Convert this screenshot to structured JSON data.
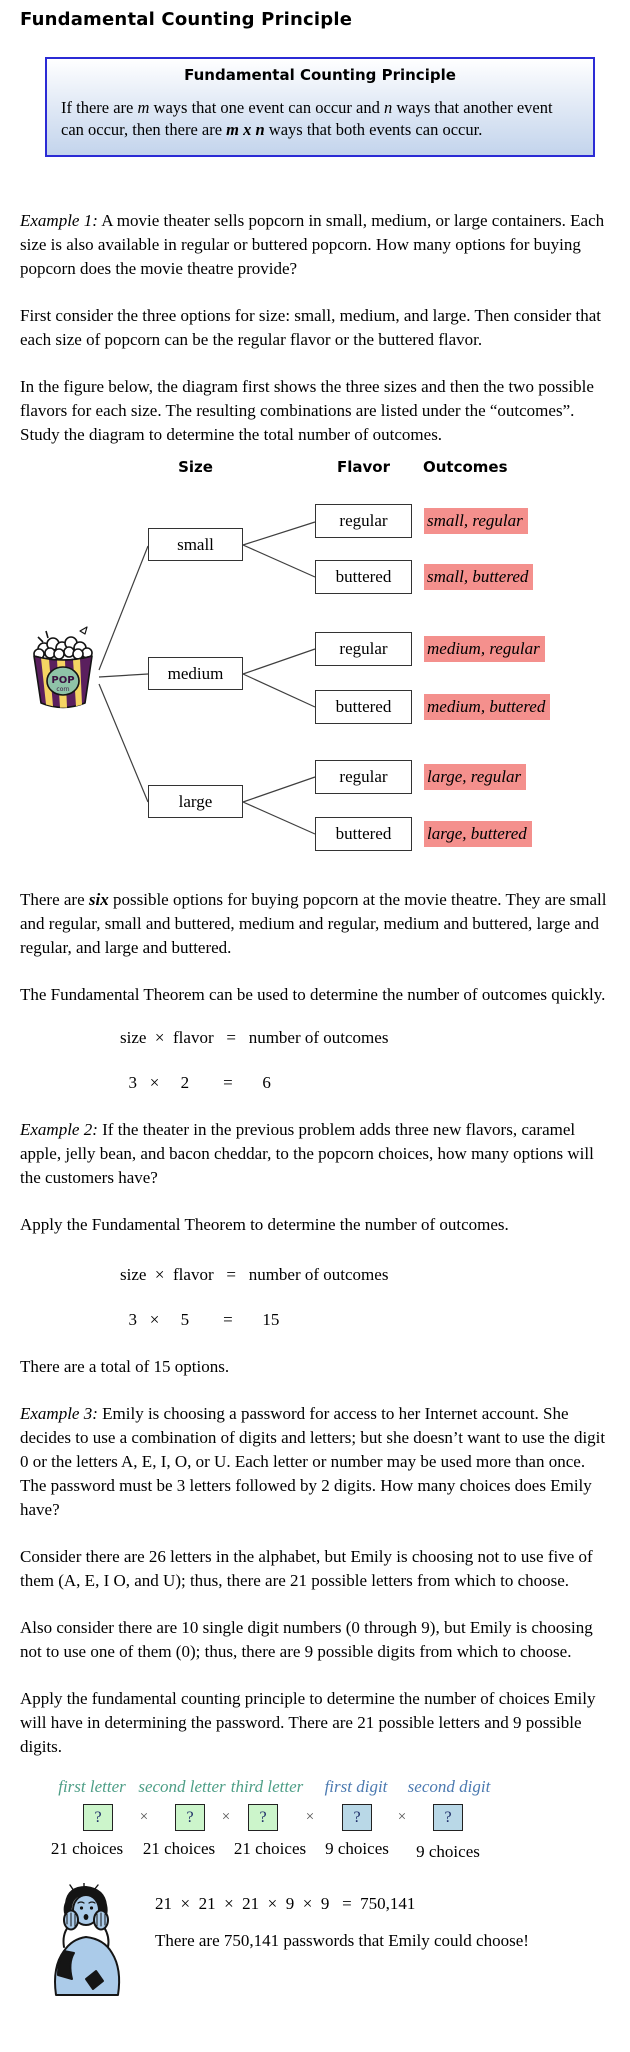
{
  "page": {
    "title": "Fundamental Counting Principle"
  },
  "principle_box": {
    "title": "Fundamental Counting Principle",
    "s1": "If there are ",
    "m": "m",
    "s2": " ways that one event can occur and ",
    "n": "n",
    "s3": " ways that another event can occur, then there are ",
    "mxn": "m x n",
    "s4": " ways that both events can occur."
  },
  "example1": {
    "lead": "Example 1:",
    "text": " A movie theater sells popcorn in small, medium, or large containers.  Each size is also available in regular or buttered popcorn.  How many options for buying popcorn does the movie theatre provide?"
  },
  "intro2": "First consider the three options for size: small, medium, and large.  Then consider that each size of popcorn can be the regular flavor or the buttered flavor.",
  "intro3": "In the figure below, the diagram first shows the three sizes and then the two possible flavors for each size.  The resulting combinations are listed under the “outcomes”.   Study the diagram to determine the total number of outcomes.",
  "tree": {
    "headers": {
      "size": "Size",
      "flavor": "Flavor",
      "outcomes": "Outcomes"
    },
    "bucket_label": "POP",
    "bucket_sublabel": "corn",
    "nodes": {
      "small": "small",
      "medium": "medium",
      "large": "large",
      "sr": "regular",
      "sb": "buttered",
      "mr": "regular",
      "mb": "buttered",
      "lr": "regular",
      "lb": "buttered"
    },
    "outcomes": {
      "sr": "small, regular",
      "sb": "small, buttered",
      "mr": "medium, regular",
      "mb": "medium, buttered",
      "lr": "large, regular",
      "lb": "large, buttered"
    }
  },
  "summary": {
    "s1": "There are ",
    "six": "six",
    "s2": " possible options for buying popcorn at the movie theatre.  They are small and regular, small and buttered, medium and regular, medium and buttered, large and regular, and large and buttered."
  },
  "theorem1": {
    "intro": "The Fundamental Theorem can be used to determine the number of outcomes quickly.",
    "eq_words": "size  ×  flavor   =   number of outcomes",
    "eq_nums": "  3   ×     2        =       6"
  },
  "example2": {
    "lead": "Example 2:",
    "text": " If the theater in the previous problem adds three new flavors, caramel apple, jelly bean, and bacon cheddar, to the popcorn choices, how many options will the customers have?"
  },
  "apply2": "Apply the Fundamental Theorem to determine the number of outcomes.",
  "theorem2": {
    "eq_words": "size  ×  flavor   =   number of outcomes",
    "eq_nums": "  3   ×     5        =       15"
  },
  "total": "There are  a total of 15 options.",
  "example3": {
    "lead": "Example 3:",
    "text": " Emily is choosing a password for access to her Internet account. She decides to use a combination of digits and letters; but she doesn’t want to use the digit 0 or the letters A, E, I, O, or U. Each letter or number may be used more than once. The password must be 3 letters followed by 2 digits. How many choices does Emily have?"
  },
  "consider_letters": "Consider there are 26 letters in the alphabet, but Emily is choosing not to use five of them (A, E, I O, and U); thus, there are 21 possible letters from which to choose.",
  "consider_digits": "Also consider there are 10 single digit numbers (0 through 9), but Emily is choosing not to use one of them (0); thus, there are 9 possible digits from which to choose.",
  "apply3": "Apply the fundamental counting principle to determine the number of choices Emily will have in determining the password. There are 21 possible letters and 9 possible digits.",
  "password": {
    "slots": [
      {
        "label": "first letter",
        "q": "?",
        "choices": "21 choices"
      },
      {
        "label": "second letter",
        "q": "?",
        "choices": "21 choices"
      },
      {
        "label": "third letter",
        "q": "?",
        "choices": "21 choices"
      },
      {
        "label": "first digit",
        "q": "?",
        "choices": "9 choices"
      },
      {
        "label": "second digit",
        "q": "?",
        "choices": "9 choices"
      }
    ],
    "times": "×",
    "equation": "21  ×  21  ×  21  ×  9  ×  9   =  750,141",
    "result": "There are 750,141 passwords that Emily could choose!"
  },
  "colors": {
    "box_border": "#2b2bd5",
    "box_gradient_bottom": "#c3d4ec",
    "outcome_highlight": "#f4908d",
    "letter_box_fill": "#ccf5cb",
    "digit_box_fill": "#b9d8e7",
    "letter_label_text": "#4d9e86",
    "digit_label_text": "#4b79b0"
  }
}
